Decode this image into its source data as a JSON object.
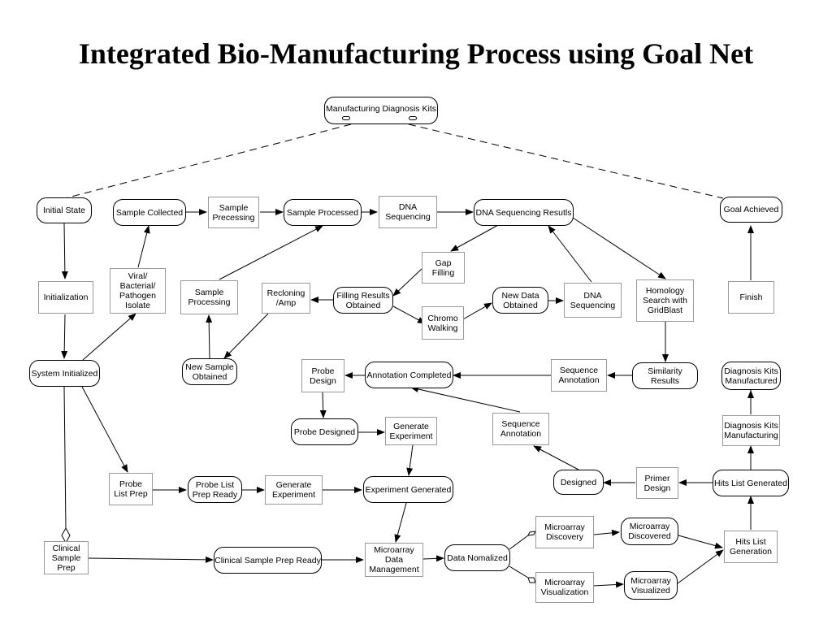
{
  "title": "Integrated Bio-Manufacturing Process using Goal Net",
  "nodes": {
    "root": "Manufacturing Diagnosis Kits",
    "initial_state": "Initial State",
    "initialization": "Initialization",
    "system_initialized": "System Initialized",
    "viral_isolate": "Viral/\nBacterial/\nPathogen\nIsolate",
    "sample_collected": "Sample Collected",
    "sample_precessing": "Sample\nPrecessing",
    "sample_processed": "Sample Processed",
    "dna_sequencing_1": "DNA\nSequencing",
    "dna_sequencing_results": "DNA Sequencing Resutls",
    "goal_achieved": "Goal Achieved",
    "sample_processing": "Sample\nProcessing",
    "new_sample_obtained": "New Sample\nObtained",
    "recloning_amp": "Recloning\n/Amp",
    "filling_results_obtained": "Filling Results\nObtained",
    "gap_filling": "Gap\nFilling",
    "chromo_walking": "Chromo\nWalking",
    "new_data_obtained": "New Data\nObtained",
    "dna_sequencing_2": "DNA\nSequencing",
    "homology_search": "Homology\nSearch with\nGridBlast",
    "finish": "Finish",
    "probe_design": "Probe\nDesign",
    "annotation_completed": "Annotation Completed",
    "sequence_annotation_1": "Sequence\nAnnotation",
    "similarity_results": "Similarity Results",
    "diagnosis_kits_manufactured": "Diagnosis Kits\nManufactured",
    "probe_designed": "Probe Designed",
    "generate_experiment_1": "Generate\nExperiment",
    "sequence_annotation_2": "Sequence\nAnnotation",
    "diagnosis_kits_manufacturing": "Diagnosis Kits\nManufacturing",
    "probe_list_prep": "Probe\nList Prep",
    "probe_list_prep_ready": "Probe List\nPrep Ready",
    "generate_experiment_2": "Generate\nExperiment",
    "experiment_generated": "Experiment Generated",
    "designed": "Designed",
    "primer_design": "Primer\nDesign",
    "hits_list_generated": "Hits List Generated",
    "microarray_discovery": "Microarray\nDiscovery",
    "microarray_discovered": "Microarray\nDiscovered",
    "clinical_sample_prep": "Clinical\nSample\nPrep",
    "clinical_sample_prep_ready": "Clinical Sample Prep Ready",
    "microarray_data_management": "Microarray\nData\nManagement",
    "data_nomalized": "Data Nomalized",
    "hits_list_generation": "Hits List\nGeneration",
    "microarray_visualization": "Microarray\nVisualization",
    "microarray_visualized": "Microarray\nVisualized"
  }
}
